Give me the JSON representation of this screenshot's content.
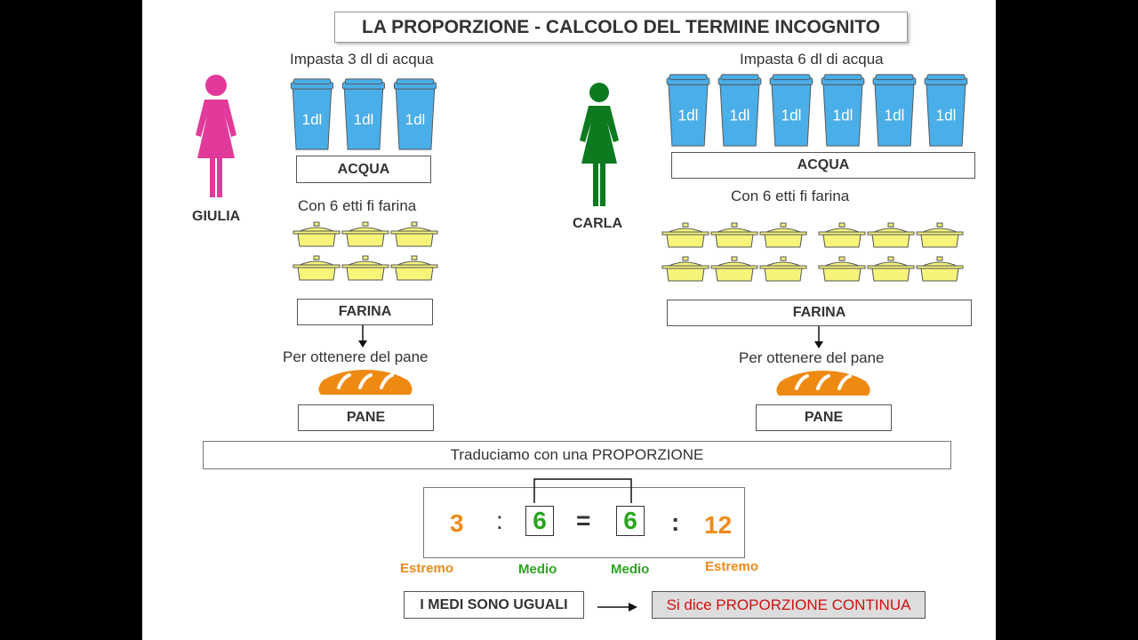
{
  "title": "LA PROPORZIONE - CALCOLO DEL TERMINE INCOGNITO",
  "colors": {
    "pink": "#e23a9a",
    "green": "#0d7a1f",
    "cup_blue": "#4aaee8",
    "pot_yellow": "#f6f57a",
    "bread_orange": "#ee8a12"
  },
  "giulia": {
    "name": "GIULIA",
    "water_caption": "Impasta 3 dl di acqua",
    "cups": [
      "1dl",
      "1dl",
      "1dl"
    ],
    "water_label": "ACQUA",
    "flour_caption": "Con 6 etti fi farina",
    "flour_label": "FARINA",
    "bread_caption": "Per ottenere del pane",
    "bread_label": "PANE"
  },
  "carla": {
    "name": "CARLA",
    "water_caption": "Impasta 6 dl di acqua",
    "cups": [
      "1dl",
      "1dl",
      "1dl",
      "1dl",
      "1dl",
      "1dl"
    ],
    "water_label": "ACQUA",
    "flour_caption": "Con 6 etti fi farina",
    "flour_label": "FARINA",
    "bread_caption": "Per ottenere del pane",
    "bread_label": "PANE"
  },
  "translate_label": "Traduciamo con una PROPORZIONE",
  "proportion": {
    "a": "3",
    "colon1": ":",
    "b": "6",
    "equals": "=",
    "c": "6",
    "colon2": ":",
    "d": "12",
    "label_a": "Estremo",
    "label_b": "Medio",
    "label_c": "Medio",
    "label_d": "Estremo"
  },
  "conclusion": {
    "left": "I MEDI SONO UGUALI",
    "right": "Si dice PROPORZIONE CONTINUA"
  }
}
